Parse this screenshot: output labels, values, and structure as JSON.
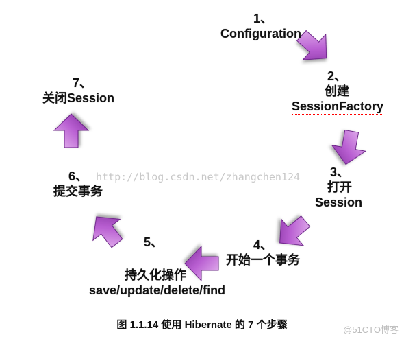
{
  "steps": [
    {
      "num": "1、",
      "line1": "Configuration"
    },
    {
      "num": "2、",
      "line1": "创建",
      "line2": "SessionFactory"
    },
    {
      "num": "3、",
      "line1": "打开",
      "line2": "Session"
    },
    {
      "num": "4、",
      "line1": "开始一个事务"
    },
    {
      "num": "5、",
      "line1": "持久化操作",
      "line2": "save/update/delete/find"
    },
    {
      "num": "6、",
      "line1": "提交事务"
    },
    {
      "num": "7、",
      "line1": "关闭Session"
    }
  ],
  "watermark": "http://blog.csdn.net/zhangchen124",
  "caption": "图 1.1.14  使用 Hibernate 的 7 个步骤",
  "corner_mark": "@51CTO博客",
  "colors": {
    "arrow_light": "#e8b7f0",
    "arrow_mid": "#b85bd0",
    "arrow_dark": "#7b2a97"
  }
}
